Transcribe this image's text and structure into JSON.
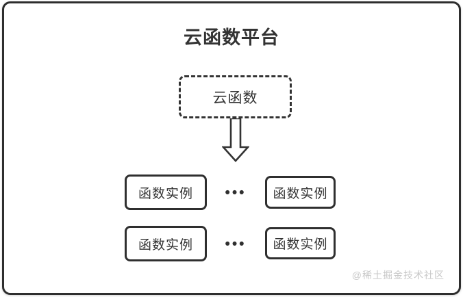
{
  "diagram": {
    "title": "云函数平台",
    "cloud_function": {
      "label": "云函数"
    },
    "rows": [
      {
        "left": "函数实例",
        "ellipsis": "•••",
        "right": "函数实例"
      },
      {
        "left": "函数实例",
        "ellipsis": "•••",
        "right": "函数实例"
      }
    ],
    "watermark": "@稀土掘金技术社区",
    "colors": {
      "frame_border": "#2e2e2e",
      "box_border": "#2f2f2f",
      "text": "#333333",
      "watermark": "#c8c8c8",
      "background": "#ffffff"
    },
    "icons": {
      "down_arrow": "hollow block arrow pointing down",
      "ellipsis": "three dots"
    }
  }
}
